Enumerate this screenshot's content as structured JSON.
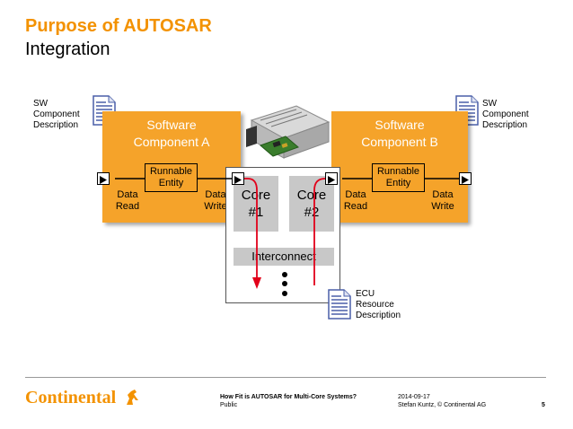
{
  "header": {
    "title": "Purpose of AUTOSAR",
    "subtitle": "Integration"
  },
  "left_doc": {
    "label_line1": "SW",
    "label_line2": "Component",
    "label_line3": "Description"
  },
  "right_doc": {
    "label_line1": "SW",
    "label_line2": "Component",
    "label_line3": "Description"
  },
  "ecu_doc": {
    "label_line1": "ECU",
    "label_line2": "Resource",
    "label_line3": "Description"
  },
  "swc_a": {
    "title_line1": "Software",
    "title_line2": "Component A",
    "runnable_line1": "Runnable",
    "runnable_line2": "Entity",
    "read_line1": "Data",
    "read_line2": "Read",
    "write_line1": "Data",
    "write_line2": "Write"
  },
  "swc_b": {
    "title_line1": "Software",
    "title_line2": "Component B",
    "runnable_line1": "Runnable",
    "runnable_line2": "Entity",
    "read_line1": "Data",
    "read_line2": "Read",
    "write_line1": "Data",
    "write_line2": "Write"
  },
  "ecu": {
    "core1_line1": "Core",
    "core1_line2": "#1",
    "core2_line1": "Core",
    "core2_line2": "#2",
    "interconnect": "Interconnect"
  },
  "colors": {
    "accent": "#f39200",
    "component": "#f5a32a",
    "arrow": "#e2001a",
    "core": "#c8c8c8"
  },
  "footer": {
    "logo": "Continental",
    "talk_title": "How Fit is AUTOSAR for Multi-Core Systems?",
    "classification": "Public",
    "date": "2014-09-17",
    "author": "Stefan Kuntz, © Continental AG",
    "page": "5"
  }
}
